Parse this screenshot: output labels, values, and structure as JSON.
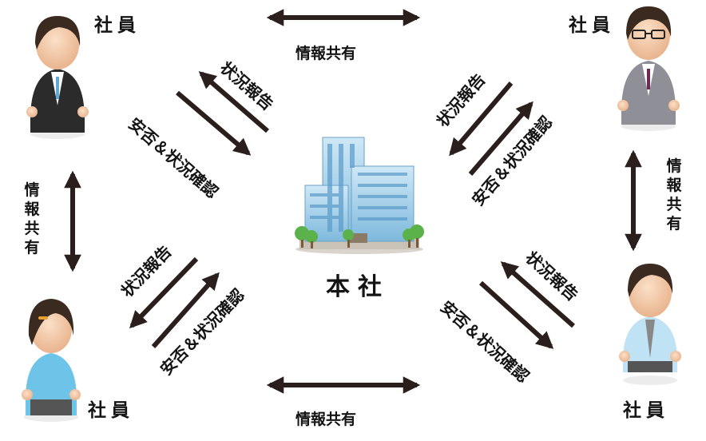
{
  "headquarters": {
    "label": "本社"
  },
  "employees": {
    "top_left": "社員",
    "top_right": "社員",
    "bottom_left": "社員",
    "bottom_right": "社員"
  },
  "info_share": {
    "top": "情報共有",
    "bottom": "情報共有",
    "left": "情報共有",
    "right": "情報共有"
  },
  "reports": {
    "top_left": {
      "status_report": "状況報告",
      "safety_check": "安否＆状況確認"
    },
    "top_right": {
      "status_report": "状況報告",
      "safety_check": "安否＆状況確認"
    },
    "bottom_left": {
      "status_report": "状況報告",
      "safety_check": "安否＆状況確認"
    },
    "bottom_right": {
      "status_report": "状況報告",
      "safety_check": "安否＆状況確認"
    }
  },
  "colors": {
    "arrow": "#2a1f1c",
    "building_glass": "#8fc6e6",
    "suit_dark": "#2b2b2b",
    "suit_gray": "#8f8f97",
    "blouse_blue": "#6ec3e8",
    "shirt_light_blue": "#bfe2f4",
    "skin": "#f4c9a8",
    "hair": "#3a2a20"
  }
}
